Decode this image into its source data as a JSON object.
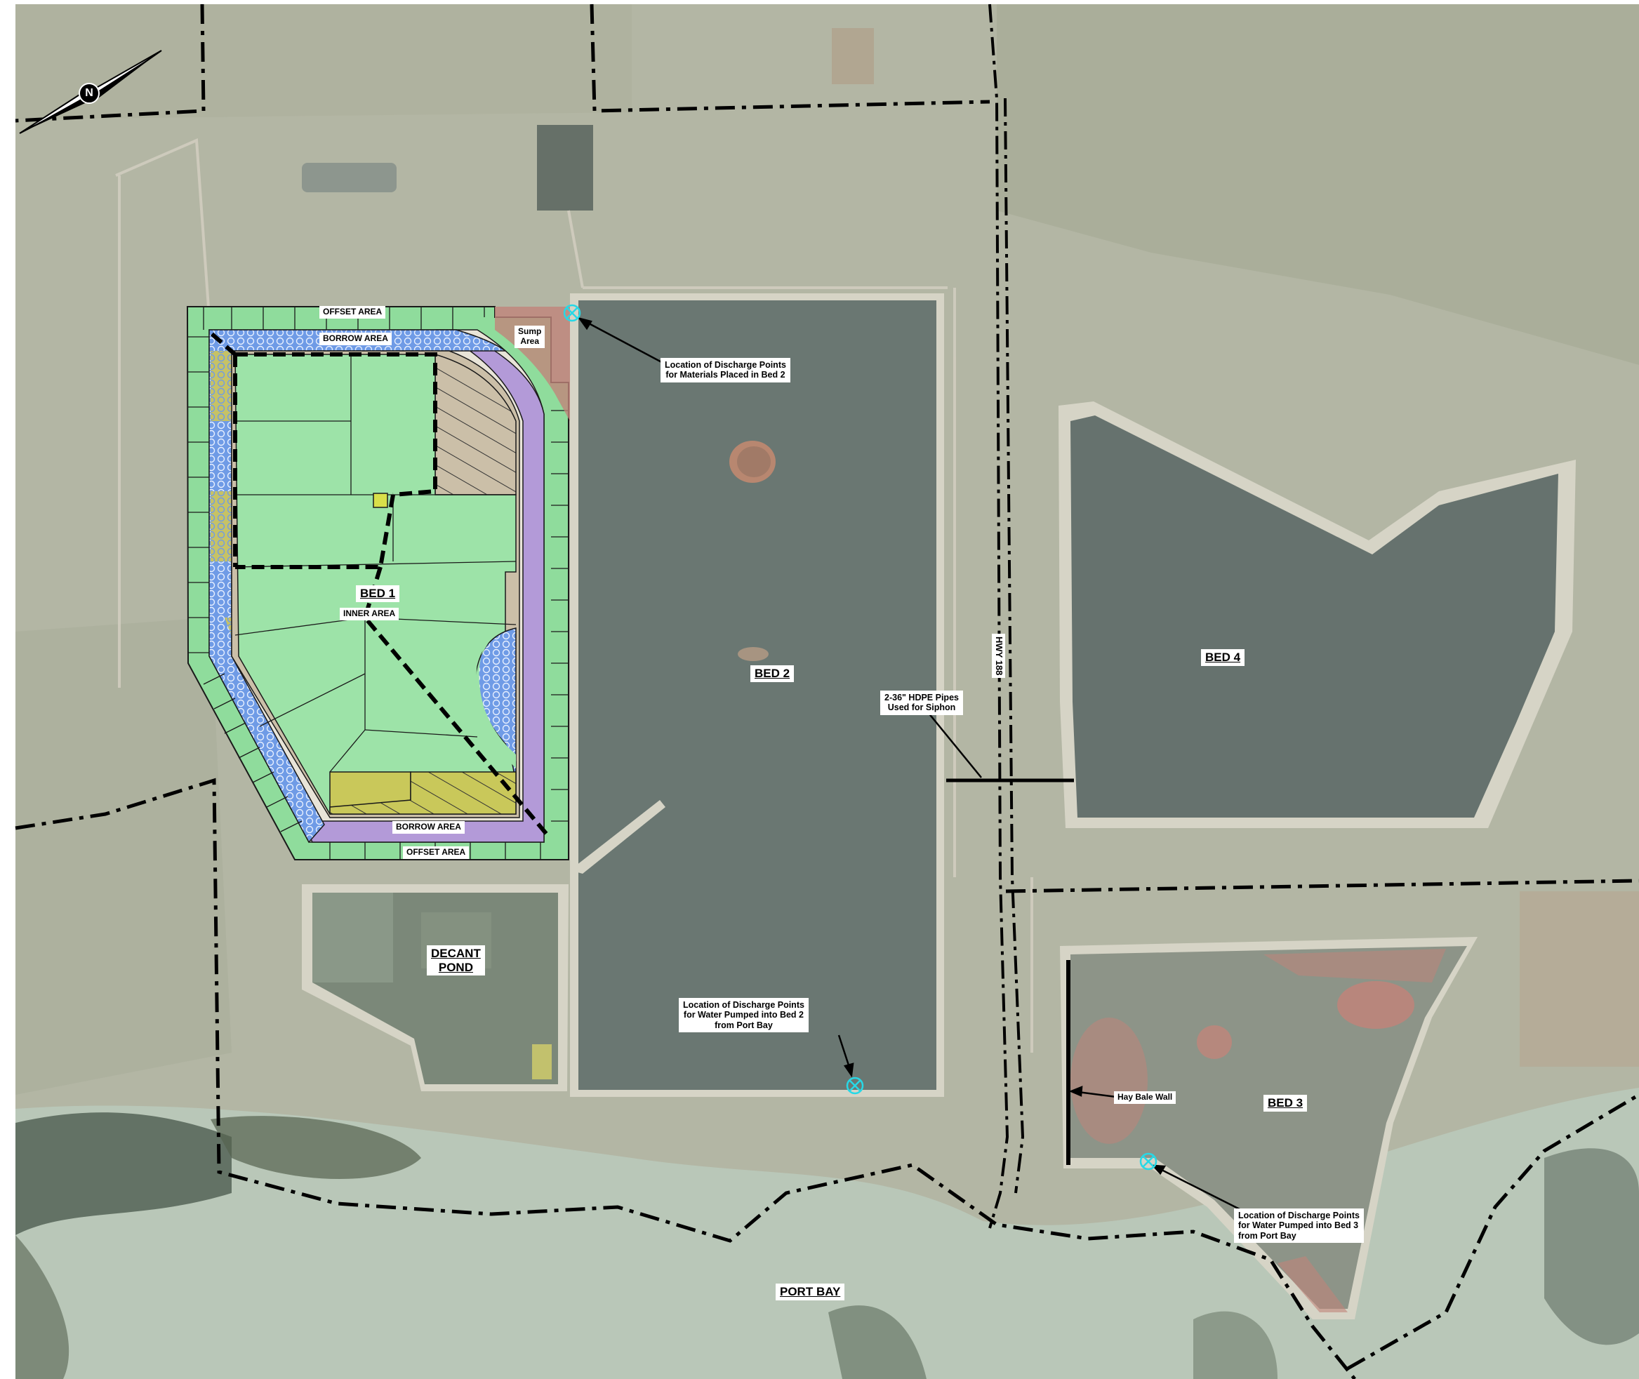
{
  "map": {
    "north_arrow_letter": "N",
    "colors": {
      "land": "#b3b6a4",
      "water_bed": "#6a7772",
      "bay_water": "#b9c7b8",
      "inner_area_green": "#9de3a8",
      "offset_area_green": "#8fdc9c",
      "borrow_area_purple": "#b39ad8",
      "borrow_area_blue": "#6f9be6",
      "hatch_tan": "#cbbfa8",
      "yellow_area": "#c9c85a",
      "sump_red": "#c0847a",
      "discharge_marker": "#27d8e6",
      "boundary_line": "#000000"
    },
    "labels": {
      "offset_area_top": "OFFSET AREA",
      "borrow_area_top": "BORROW AREA",
      "sump_area": [
        "Sump",
        "Area"
      ],
      "bed1": "BED 1",
      "inner_area": "INNER AREA",
      "borrow_area_bottom": "BORROW AREA",
      "offset_area_bottom": "OFFSET AREA",
      "decant_pond": [
        "DECANT",
        "POND"
      ],
      "bed2": "BED 2",
      "hwy": "HWY 188",
      "bed4": "BED 4",
      "bed3": "BED 3",
      "port_bay": "PORT BAY",
      "hay_bale_wall": "Hay Bale Wall"
    },
    "callouts": {
      "discharge_bed2_materials": [
        "Location of Discharge Points",
        "for Materials Placed in Bed 2"
      ],
      "siphon": [
        "2-36\" HDPE Pipes",
        "Used for Siphon"
      ],
      "discharge_bed2_water": [
        "Location of Discharge Points",
        "for Water Pumped into Bed 2",
        "from Port Bay"
      ],
      "discharge_bed3_water": [
        "Location of Discharge Points",
        "for Water Pumped into Bed 3",
        "from Port Bay"
      ]
    },
    "icons": [
      "north-arrow-icon",
      "discharge-point-icon"
    ]
  }
}
